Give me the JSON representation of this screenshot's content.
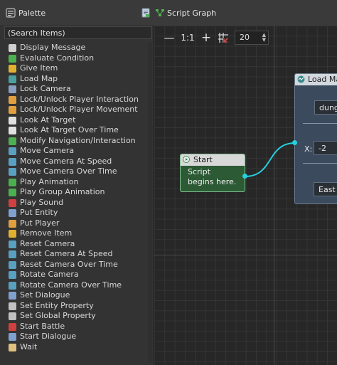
{
  "palette": {
    "title": "Palette",
    "search_placeholder": "(Search Items)",
    "items": [
      {
        "label": "Display Message",
        "icon": "message-icon",
        "color": "#d0d0d0"
      },
      {
        "label": "Evaluate Condition",
        "icon": "condition-icon",
        "color": "#4caf50"
      },
      {
        "label": "Give Item",
        "icon": "key-icon",
        "color": "#e0b030"
      },
      {
        "label": "Load Map",
        "icon": "map-icon",
        "color": "#4aa0a0"
      },
      {
        "label": "Lock Camera",
        "icon": "camera-lock-icon",
        "color": "#8aa0c0"
      },
      {
        "label": "Lock/Unlock Player Interaction",
        "icon": "player-lock-icon",
        "color": "#e0a040"
      },
      {
        "label": "Lock/Unlock Player Movement",
        "icon": "player-lock-icon",
        "color": "#e0a040"
      },
      {
        "label": "Look At Target",
        "icon": "eye-icon",
        "color": "#e0e0e0"
      },
      {
        "label": "Look At Target Over Time",
        "icon": "eye-icon",
        "color": "#e0e0e0"
      },
      {
        "label": "Modify Navigation/Interaction",
        "icon": "navigation-icon",
        "color": "#4caf50"
      },
      {
        "label": "Move Camera",
        "icon": "camera-icon",
        "color": "#5aa0c0"
      },
      {
        "label": "Move Camera At Speed",
        "icon": "camera-icon",
        "color": "#5aa0c0"
      },
      {
        "label": "Move Camera Over Time",
        "icon": "camera-icon",
        "color": "#5aa0c0"
      },
      {
        "label": "Play Animation",
        "icon": "animation-icon",
        "color": "#4caf50"
      },
      {
        "label": "Play Group Animation",
        "icon": "animation-icon",
        "color": "#4caf50"
      },
      {
        "label": "Play Sound",
        "icon": "sound-icon",
        "color": "#d04040"
      },
      {
        "label": "Put Entity",
        "icon": "entity-icon",
        "color": "#80a0d0"
      },
      {
        "label": "Put Player",
        "icon": "player-icon",
        "color": "#e0a040"
      },
      {
        "label": "Remove Item",
        "icon": "key-icon",
        "color": "#e0b030"
      },
      {
        "label": "Reset Camera",
        "icon": "camera-icon",
        "color": "#5aa0c0"
      },
      {
        "label": "Reset Camera At Speed",
        "icon": "camera-icon",
        "color": "#5aa0c0"
      },
      {
        "label": "Reset Camera Over Time",
        "icon": "camera-icon",
        "color": "#5aa0c0"
      },
      {
        "label": "Rotate Camera",
        "icon": "camera-icon",
        "color": "#5aa0c0"
      },
      {
        "label": "Rotate Camera Over Time",
        "icon": "camera-icon",
        "color": "#5aa0c0"
      },
      {
        "label": "Set Dialogue",
        "icon": "dialogue-icon",
        "color": "#80a0d0"
      },
      {
        "label": "Set Entity Property",
        "icon": "property-icon",
        "color": "#c0c0c0"
      },
      {
        "label": "Set Global Property",
        "icon": "property-icon",
        "color": "#c0c0c0"
      },
      {
        "label": "Start Battle",
        "icon": "battle-icon",
        "color": "#d04040"
      },
      {
        "label": "Start Dialogue",
        "icon": "dialogue-icon",
        "color": "#80a0d0"
      },
      {
        "label": "Wait",
        "icon": "hourglass-icon",
        "color": "#e0c080"
      }
    ]
  },
  "graph": {
    "title": "Script Graph",
    "toolbar": {
      "zoom_out": "—",
      "zoom_reset": "1:1",
      "zoom_in": "+",
      "zoom_value": "20"
    },
    "start_node": {
      "title": "Start",
      "body_line1": "Script",
      "body_line2": "begins here."
    },
    "load_node": {
      "title": "Load Map",
      "map_value": "dung",
      "x_label": "X:",
      "x_value": "-2",
      "direction_value": "East"
    }
  }
}
